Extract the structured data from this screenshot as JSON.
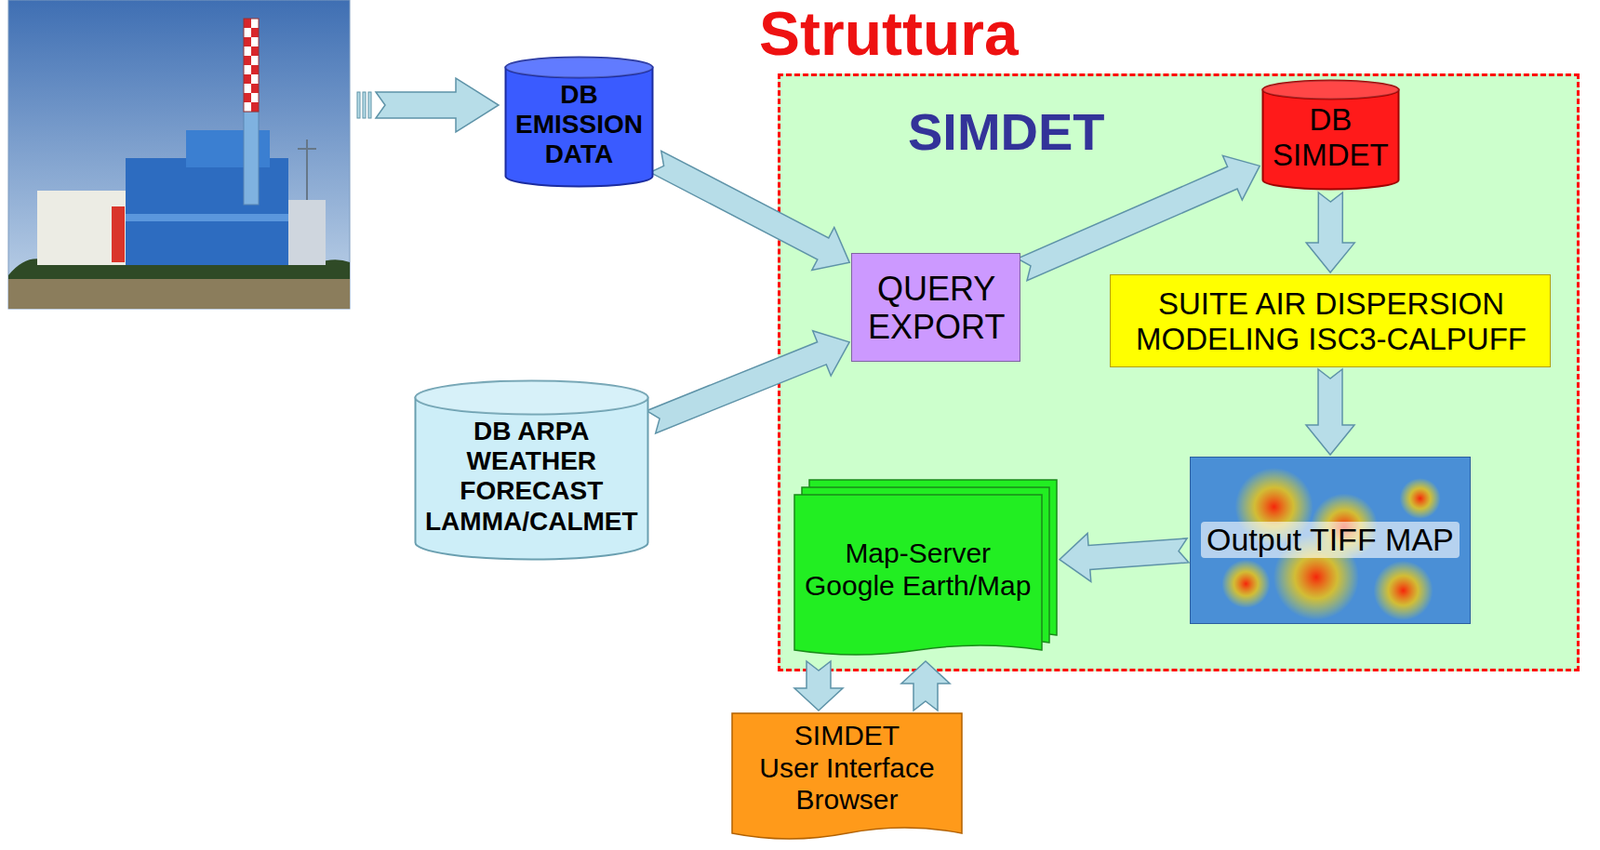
{
  "diagram": {
    "title": "Struttura",
    "nodes": [
      {
        "text": [
          "DB EMISSION DATA"
        ]
      },
      {
        "text": [
          "SIMDET"
        ]
      },
      {
        "text": [
          "QUERY EXPORT"
        ],
        "in": 1
      },
      {
        "text": [
          "DB SIMDET"
        ],
        "in": 1
      },
      {
        "text": [
          "SUITE AIR DISPERSION MODELING ISC3-CALPUFF"
        ],
        "in": 1
      },
      {
        "text": [
          "DB ARPA WEATHER FORECAST LAMMA/CALMET"
        ]
      },
      {
        "text": [
          "Map-Server",
          "Google Earth/Map"
        ],
        "in": 1
      },
      {
        "text": [
          "Output TIFF MAP"
        ],
        "in": 1
      },
      {
        "text": [
          "SIMDET",
          "User Interface Browser"
        ]
      }
    ],
    "edges": [
      {
        "from": 0,
        "to": 2,
        "arrow": "to"
      },
      {
        "from": 5,
        "to": 2,
        "arrow": "to"
      },
      {
        "from": 2,
        "to": 3,
        "arrow": "to"
      },
      {
        "from": 3,
        "to": 4,
        "arrow": "to"
      },
      {
        "from": 4,
        "to": 7,
        "arrow": "to"
      },
      {
        "from": 7,
        "to": 6,
        "arrow": "to"
      },
      {
        "from": 6,
        "to": 8,
        "arrow": "to"
      },
      {
        "from": 8,
        "to": 6,
        "arrow": "to"
      }
    ]
  }
}
